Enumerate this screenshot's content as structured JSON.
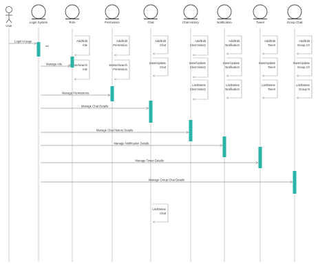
{
  "participants": [
    {
      "id": "user",
      "label": "User",
      "kind": "actor"
    },
    {
      "id": "login",
      "label": "Login System",
      "kind": "entity"
    },
    {
      "id": "role",
      "label": "Role",
      "kind": "entity"
    },
    {
      "id": "permission",
      "label": "Permission",
      "kind": "entity"
    },
    {
      "id": "chat",
      "label": "Chat",
      "kind": "entity"
    },
    {
      "id": "chathistory",
      "label": "Chat History",
      "kind": "entity"
    },
    {
      "id": "notification",
      "label": "Notification",
      "kind": "entity"
    },
    {
      "id": "tweet",
      "label": "Tweet",
      "kind": "entity"
    },
    {
      "id": "groupchat",
      "label": "Group Chat",
      "kind": "entity"
    }
  ],
  "messages": [
    {
      "from": "user",
      "to": "login",
      "label": "Login to page"
    },
    {
      "from": "login",
      "to": "role",
      "label": "Manage role"
    },
    {
      "from": "login",
      "to": "permission",
      "label": "Manage Permissions"
    },
    {
      "from": "login",
      "to": "chat",
      "label": "Manage Chat Details"
    },
    {
      "from": "login",
      "to": "chathistory",
      "label": "Manage Chat History Details"
    },
    {
      "from": "login",
      "to": "notification",
      "label": "Manage Notification Details"
    },
    {
      "from": "login",
      "to": "tweet",
      "label": "Manage Tweet Details"
    },
    {
      "from": "login",
      "to": "groupchat",
      "label": "Manage Group Chat Details"
    }
  ],
  "self_calls": [
    {
      "on": "role",
      "lines": [
        "Add/Edit",
        "role"
      ]
    },
    {
      "on": "role",
      "lines": [
        "Delete/Search",
        "role"
      ]
    },
    {
      "on": "permission",
      "lines": [
        "Add/Edit",
        "Permission"
      ]
    },
    {
      "on": "permission",
      "lines": [
        "Delete/Search",
        "Permission"
      ]
    },
    {
      "on": "chat",
      "lines": [
        "Add/Edit",
        "Chat"
      ]
    },
    {
      "on": "chat",
      "lines": [
        "Save/Update",
        "Chat"
      ]
    },
    {
      "on": "chat",
      "lines": [
        "List/Delete",
        "Chat"
      ]
    },
    {
      "on": "chathistory",
      "lines": [
        "Add/Edit",
        "Chat History"
      ]
    },
    {
      "on": "chathistory",
      "lines": [
        "Save/Update",
        "Chat History"
      ]
    },
    {
      "on": "chathistory",
      "lines": [
        "List/Delete",
        "Chat History"
      ]
    },
    {
      "on": "notification",
      "lines": [
        "Add/Edit",
        "Notification"
      ]
    },
    {
      "on": "notification",
      "lines": [
        "Save/Update",
        "Notification"
      ]
    },
    {
      "on": "notification",
      "lines": [
        "List/Delete",
        "Notification"
      ]
    },
    {
      "on": "tweet",
      "lines": [
        "Add/Edit",
        "Tweet"
      ]
    },
    {
      "on": "tweet",
      "lines": [
        "Save/Update",
        "Tweet"
      ]
    },
    {
      "on": "tweet",
      "lines": [
        "List/Delete",
        "Tweet"
      ]
    },
    {
      "on": "groupchat",
      "lines": [
        "Add/Edit",
        "Group Ch"
      ]
    },
    {
      "on": "groupchat",
      "lines": [
        "Save/Update",
        "Group Ch"
      ]
    },
    {
      "on": "groupchat",
      "lines": [
        "List/Delete",
        "Group N"
      ]
    }
  ],
  "colors": {
    "activation": "#2bb3a8",
    "line": "#9a9a9a",
    "text": "#333333",
    "lifeline": "#b9b9b9"
  }
}
